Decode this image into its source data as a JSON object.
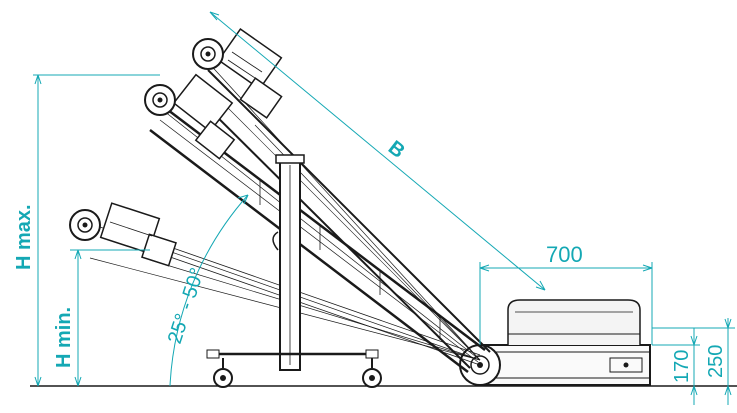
{
  "labels": {
    "h_max": "H max.",
    "h_min": "H min.",
    "angle": "25° - 50°",
    "length": "B",
    "width": "700",
    "height_170": "170",
    "height_250": "250"
  },
  "colors": {
    "dimension": "#14a8b4",
    "outline": "#1a1a1a"
  }
}
